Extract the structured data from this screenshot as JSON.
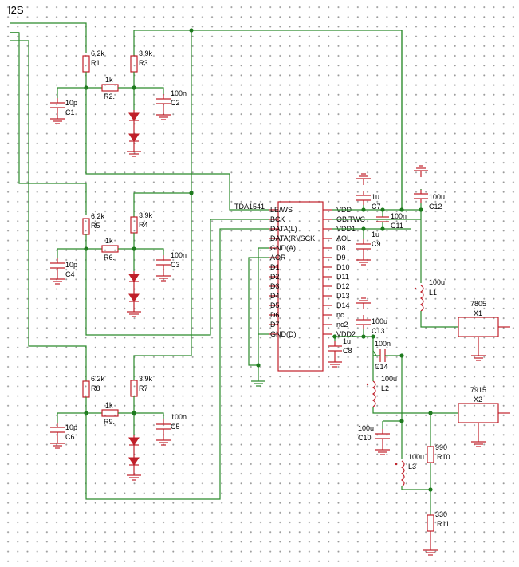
{
  "title": "I2S",
  "chip": {
    "name": "TDA1541",
    "left_pins": [
      "LE/WS",
      "BCK",
      "DATA(L)",
      "DATA(R)/SCK",
      "GND(A)",
      "AOR",
      "D1",
      "D2",
      "D3",
      "D4",
      "D5",
      "D6",
      "D7",
      "GND(D)"
    ],
    "right_pins": [
      "VDD",
      "OB/TWC",
      "VDD1",
      "AOL",
      "D8",
      "D9",
      "D10",
      "D11",
      "D12",
      "D13",
      "D14",
      "nc",
      "nc2",
      "VDD2"
    ]
  },
  "regulators": [
    {
      "value": "7805",
      "ref": "X1"
    },
    {
      "value": "7915",
      "ref": "X2"
    }
  ],
  "stages": [
    {
      "r_top": {
        "value": "6.2k",
        "ref": "R1"
      },
      "r_ser": {
        "value": "1k",
        "ref": "R2."
      },
      "r_tap": {
        "value": "3.9k",
        "ref": "R3"
      },
      "c_in": {
        "value": "10p",
        "ref": "C1"
      },
      "c_out": {
        "value": "100n",
        "ref": "C2"
      }
    },
    {
      "r_top": {
        "value": "6.2k",
        "ref": "R5"
      },
      "r_ser": {
        "value": "1k",
        "ref": "R6."
      },
      "r_tap": {
        "value": "3.9k",
        "ref": "R4"
      },
      "c_in": {
        "value": "10p",
        "ref": "C4"
      },
      "c_out": {
        "value": "100n",
        "ref": "C3"
      }
    },
    {
      "r_top": {
        "value": "6.2k",
        "ref": "R8"
      },
      "r_ser": {
        "value": "1k",
        "ref": "R9."
      },
      "r_tap": {
        "value": "3.9k",
        "ref": "R7"
      },
      "c_in": {
        "value": "10p",
        "ref": "C6"
      },
      "c_out": {
        "value": "100n",
        "ref": "C5"
      }
    }
  ],
  "parts": {
    "c7": {
      "value": "1u",
      "ref": "C7"
    },
    "c11": {
      "value": "100n",
      "ref": "C11"
    },
    "c9": {
      "value": "1u",
      "ref": "C9"
    },
    "c12": {
      "value": "100u",
      "ref": "C12"
    },
    "l1": {
      "value": "100u",
      "ref": "L1"
    },
    "c13": {
      "value": "100u",
      "ref": "C13"
    },
    "c8": {
      "value": "1u",
      "ref": "C8"
    },
    "c14": {
      "value": "100n",
      "ref": "C14"
    },
    "l2": {
      "value": "100u",
      "ref": "L2"
    },
    "c10": {
      "value": "100u",
      "ref": "C10"
    },
    "l3": {
      "value": "100u",
      "ref": "L3"
    },
    "r10": {
      "value": "990",
      "ref": "R10"
    },
    "r11": {
      "value": "330",
      "ref": "R11"
    }
  }
}
